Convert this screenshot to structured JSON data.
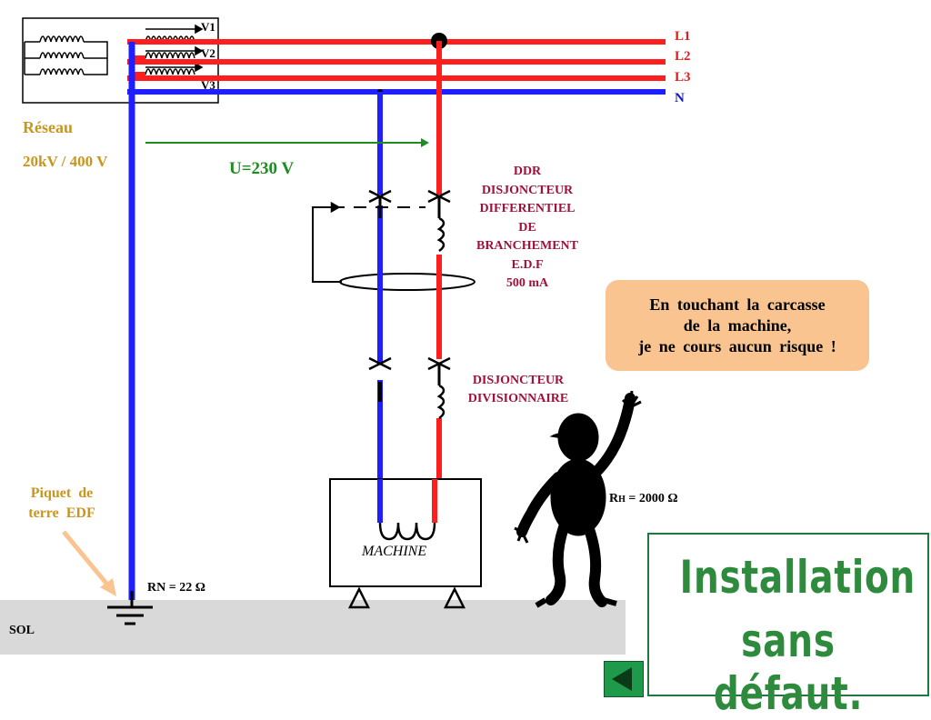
{
  "transformer": {
    "v1": "V1",
    "v2": "V2",
    "v3": "V3"
  },
  "lines": {
    "l1": "L1",
    "l2": "L2",
    "l3": "L3",
    "n": "N"
  },
  "network": {
    "title": "Réseau",
    "voltage": "20kV / 400 V"
  },
  "voltage_label": "U=230 V",
  "ddr": {
    "line1": "DDR",
    "line2": "DISJONCTEUR",
    "line3": "DIFFERENTIEL",
    "line4": "DE",
    "line5": "BRANCHEMENT",
    "line6": "E.D.F",
    "line7": "500 mA"
  },
  "breaker": {
    "line1": "DISJONCTEUR",
    "line2": "DIVISIONNAIRE"
  },
  "speech": {
    "line1": "En touchant la carcasse",
    "line2": "de la machine,",
    "line3": "je ne cours aucun risque !"
  },
  "person_resistance": {
    "prefix": "R",
    "sub": "H",
    "value": " = 2000 Ω"
  },
  "machine_label": "MACHINE",
  "ground_stake": {
    "line1": "Piquet de",
    "line2": "terre EDF"
  },
  "neutral_resistance": "RN = 22 Ω",
  "soil_label": "SOL",
  "title": {
    "line1": "Installation",
    "line2": "sans défaut."
  },
  "colors": {
    "phase": "#ff1e1e",
    "neutral": "#1e1eff",
    "accent_green": "#2e8a3c",
    "label_gold": "#c8961e",
    "label_maroon": "#a0103a",
    "speech_bubble": "#f9c490",
    "soil": "#d9d9d9"
  },
  "icons": {
    "nav": "back-arrow-icon",
    "ground": "ground-symbol-icon"
  }
}
